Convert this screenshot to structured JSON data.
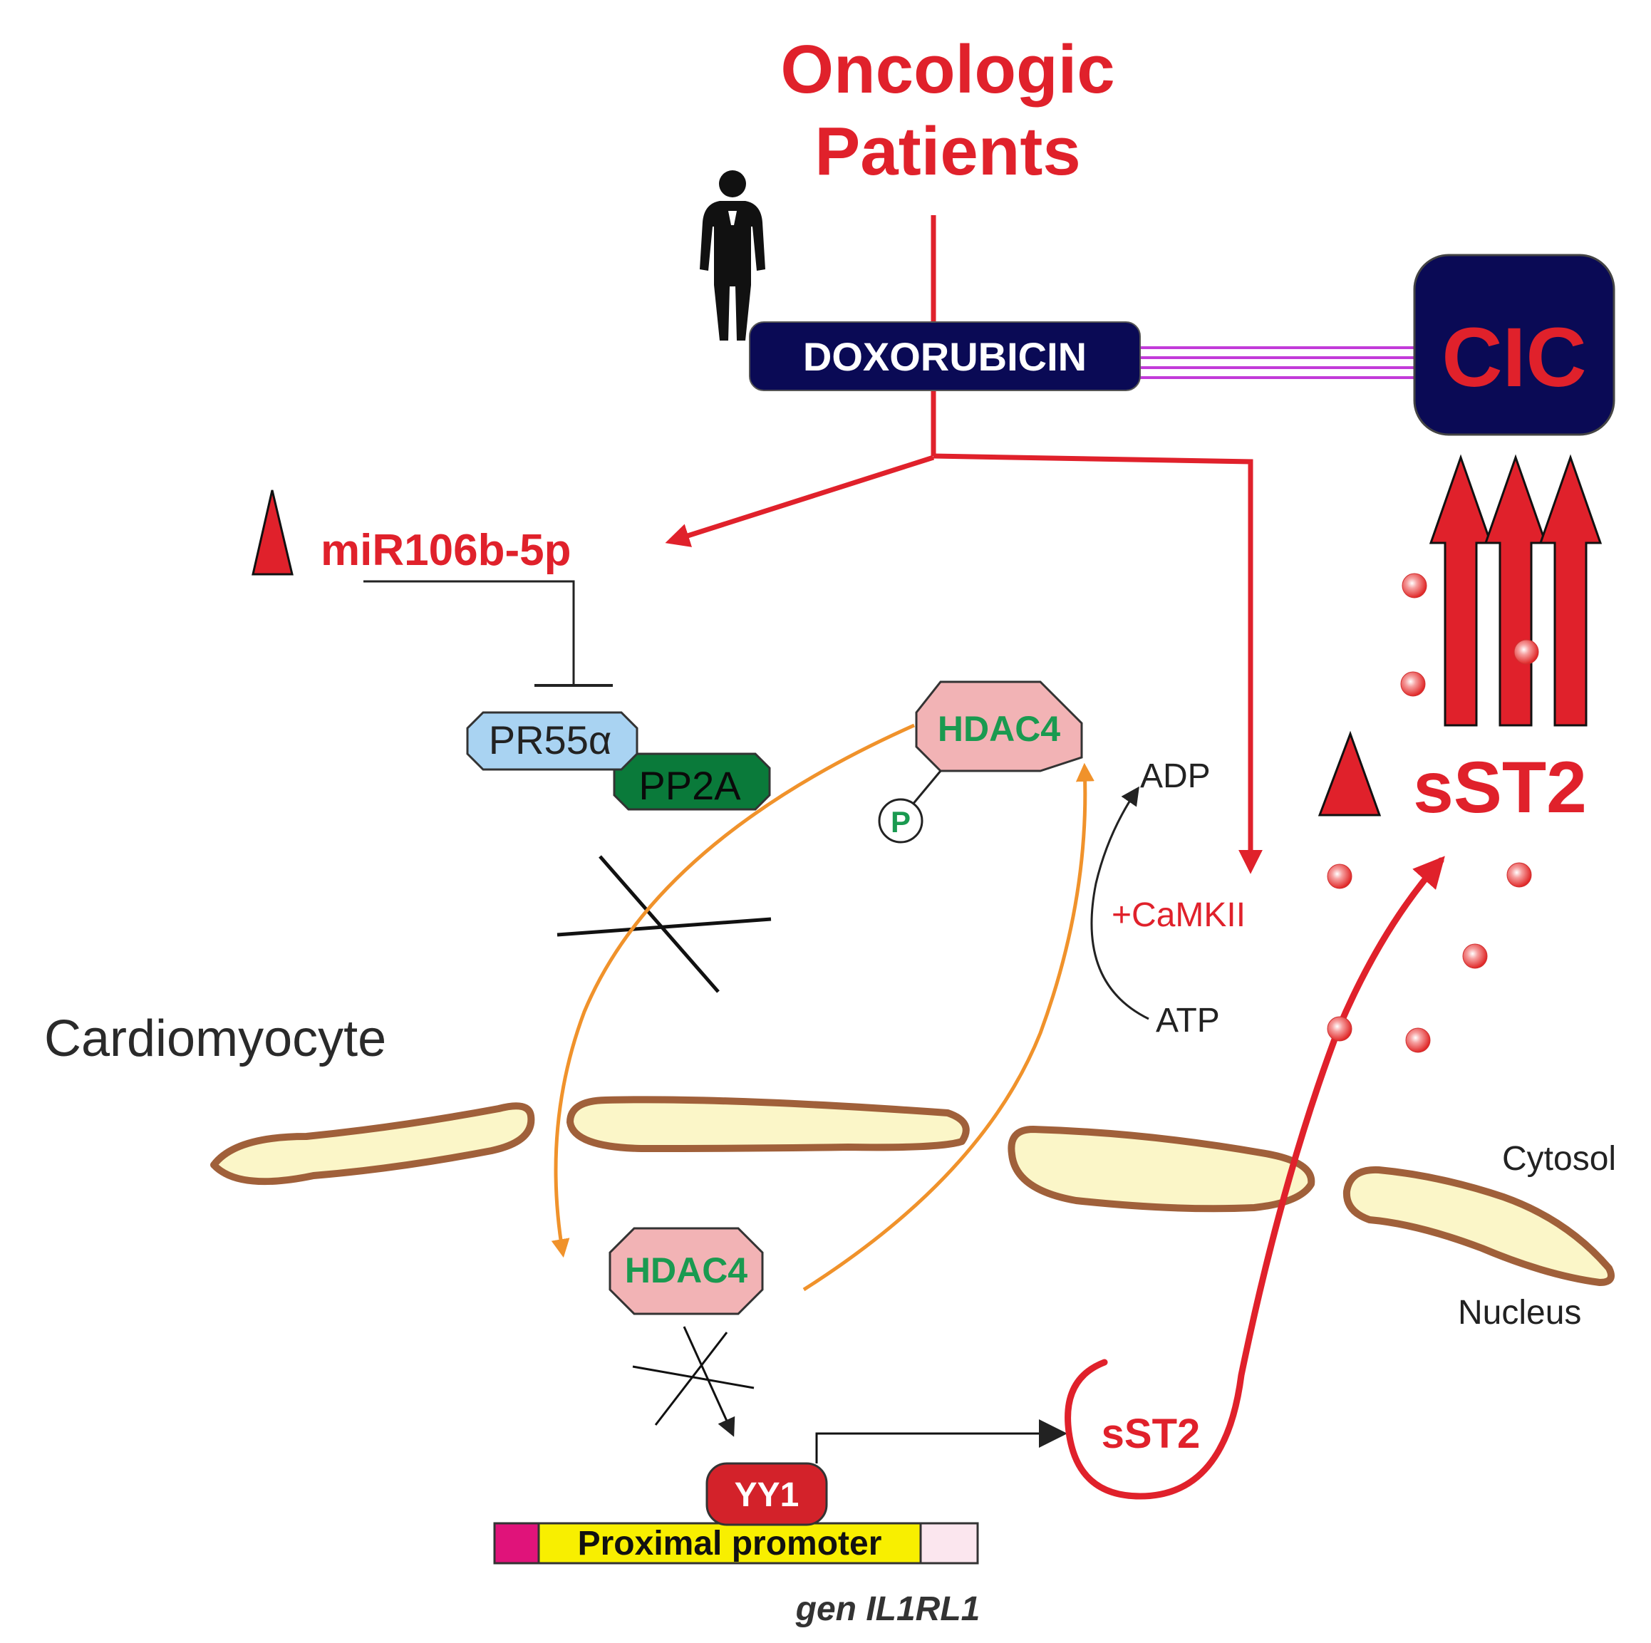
{
  "title": {
    "line1": "Oncologic",
    "line2": "Patients"
  },
  "drug_label": "DOXORUBICIN",
  "cic_label": "CIC",
  "mirna_label": "miR106b-5p",
  "pr55_label": "PR55α",
  "pp2a_label": "PP2A",
  "hdac4_top_label": "HDAC4",
  "phospho_label": "P",
  "adp_label": "ADP",
  "atp_label": "ATP",
  "camkii_label": "+CaMKII",
  "cell_label": "Cardiomyocyte",
  "cytosol_label": "Cytosol",
  "nucleus_label": "Nucleus",
  "hdac4_bottom_label": "HDAC4",
  "yy1_label": "YY1",
  "promoter_label": "Proximal promoter",
  "gene_label": "gen IL1RL1",
  "sst2_transcript_label": "sST2",
  "sst2_secreted_label": "sST2",
  "colors": {
    "red": "#e0212b",
    "navy": "#0a0a55",
    "orange": "#f0922b",
    "magenta_lines": "#c23bd9",
    "hdac_fill": "#f2b3b5",
    "hdac_text": "#1a9a50",
    "pr55_fill": "#a9d3f2",
    "pp2a_fill": "#0a7a3a",
    "membrane_stroke": "#a0603a",
    "membrane_fill": "#fbf6c8",
    "yy1_fill": "#d3222a",
    "promoter_yellow": "#f8ef00",
    "promoter_magenta": "#e0137a",
    "promoter_pink": "#fbe6ee"
  }
}
